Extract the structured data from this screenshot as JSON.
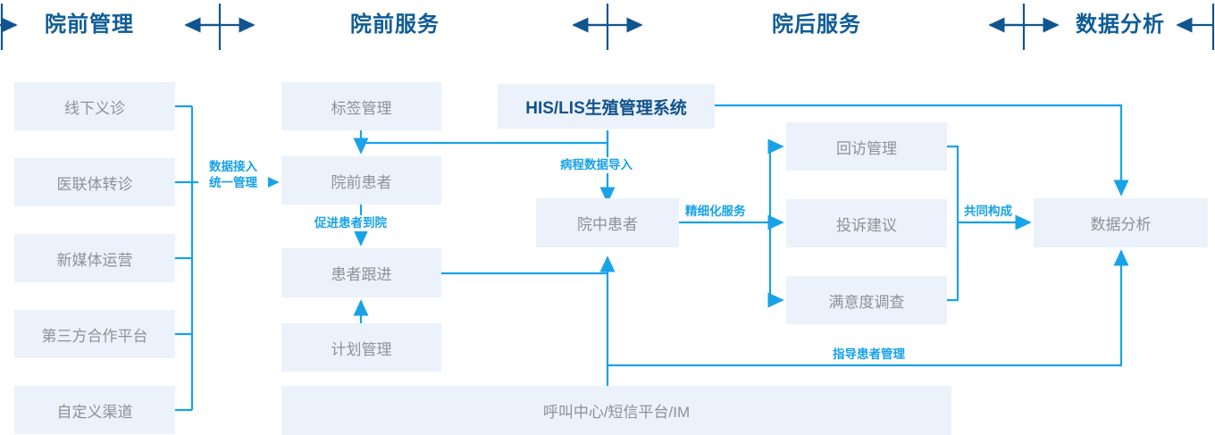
{
  "theme": {
    "canvas_bg": "#ffffff",
    "box_fill": "#ebf2fb",
    "box_text": "#8d9296",
    "phase_title_color": "#0f5c96",
    "wire_color": "#18a2e8",
    "header_arrow_color": "#11558f",
    "accent_label_color": "#18a2e8",
    "highlight_text_color": "#11528c"
  },
  "header": {
    "phases": [
      {
        "id": "pre-admission-management",
        "label": "院前管理"
      },
      {
        "id": "pre-admission-service",
        "label": "院前服务"
      },
      {
        "id": "post-admission-service",
        "label": "院后服务"
      },
      {
        "id": "data-analysis",
        "label": "数据分析"
      }
    ],
    "separator_icon": "double-arrow-divider-icon"
  },
  "columns": {
    "acquisition_channels": {
      "title_ref": "院前管理",
      "nodes": [
        {
          "id": "offline-clinic",
          "label": "线下义诊"
        },
        {
          "id": "medical-alliance-referral",
          "label": "医联体转诊"
        },
        {
          "id": "new-media-operation",
          "label": "新媒体运营"
        },
        {
          "id": "third-party-platform",
          "label": "第三方合作平台"
        },
        {
          "id": "custom-channel",
          "label": "自定义渠道"
        }
      ]
    },
    "pre_admission": {
      "title_ref": "院前服务",
      "nodes": [
        {
          "id": "tag-management",
          "label": "标签管理"
        },
        {
          "id": "pre-admission-patient",
          "label": "院前患者"
        },
        {
          "id": "patient-followup",
          "label": "患者跟进"
        },
        {
          "id": "plan-management",
          "label": "计划管理"
        }
      ]
    },
    "in_hospital": {
      "nodes": [
        {
          "id": "his-lis-system",
          "label": "HIS/LIS生殖管理系统",
          "style": "highlight"
        },
        {
          "id": "in-hospital-patient",
          "label": "院中患者"
        }
      ]
    },
    "post_admission": {
      "title_ref": "院后服务",
      "nodes": [
        {
          "id": "followup-visit-management",
          "label": "回访管理"
        },
        {
          "id": "complaints-suggestions",
          "label": "投诉建议"
        },
        {
          "id": "satisfaction-survey",
          "label": "满意度调查"
        }
      ]
    },
    "analytics": {
      "title_ref": "数据分析",
      "nodes": [
        {
          "id": "data-analysis-node",
          "label": "数据分析"
        }
      ]
    },
    "platform": {
      "nodes": [
        {
          "id": "call-center-sms-im",
          "label": "呼叫中心/短信平台/IM"
        }
      ]
    }
  },
  "edge_labels": {
    "data_access": {
      "line1": "数据接入",
      "line2": "统一管理"
    },
    "promote_arrival": "促进患者到院",
    "course_data_import": "病程数据导入",
    "refined_service": "精细化服务",
    "jointly_compose": "共同构成",
    "guide_patient_management": "指导患者管理"
  }
}
